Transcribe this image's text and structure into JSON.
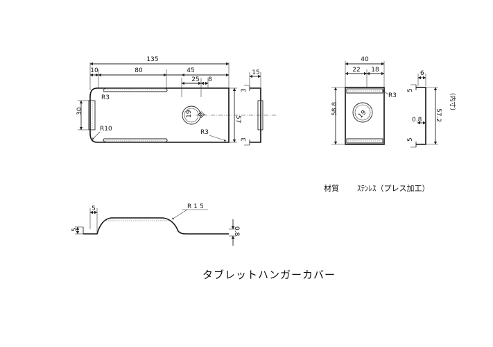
{
  "title": "タブレットハンガーカバー",
  "material": {
    "label": "材質",
    "value": "ｽﾃﾝﾚｽ（プレス加工）"
  },
  "plan_view": {
    "overall_width": "135",
    "seg_left": "10",
    "seg_slot": "80",
    "seg_right": "45",
    "seg_hole": "25",
    "seg_small": "8",
    "height": "57",
    "left_height": "30",
    "radius_top": "R3",
    "radius_bottom": "R10",
    "radius_right": "R3",
    "hole_dia": "19",
    "hole_note": "皿"
  },
  "side_view": {
    "width": "15",
    "lip_top": "3",
    "lip_bottom": "3"
  },
  "end_view": {
    "width": "40",
    "seg_a": "22",
    "seg_b": "18",
    "height": "58.8",
    "radius": "R3",
    "hole_dia": "19"
  },
  "end_side_view": {
    "flange": "6",
    "height": "57.2",
    "height_note": "(内寸)",
    "thickness": "0.8",
    "lip_top": "5",
    "lip_bottom": "5"
  },
  "section_view": {
    "radius": "R15",
    "rise": "5",
    "left_height": "5",
    "thickness": "0.8"
  }
}
